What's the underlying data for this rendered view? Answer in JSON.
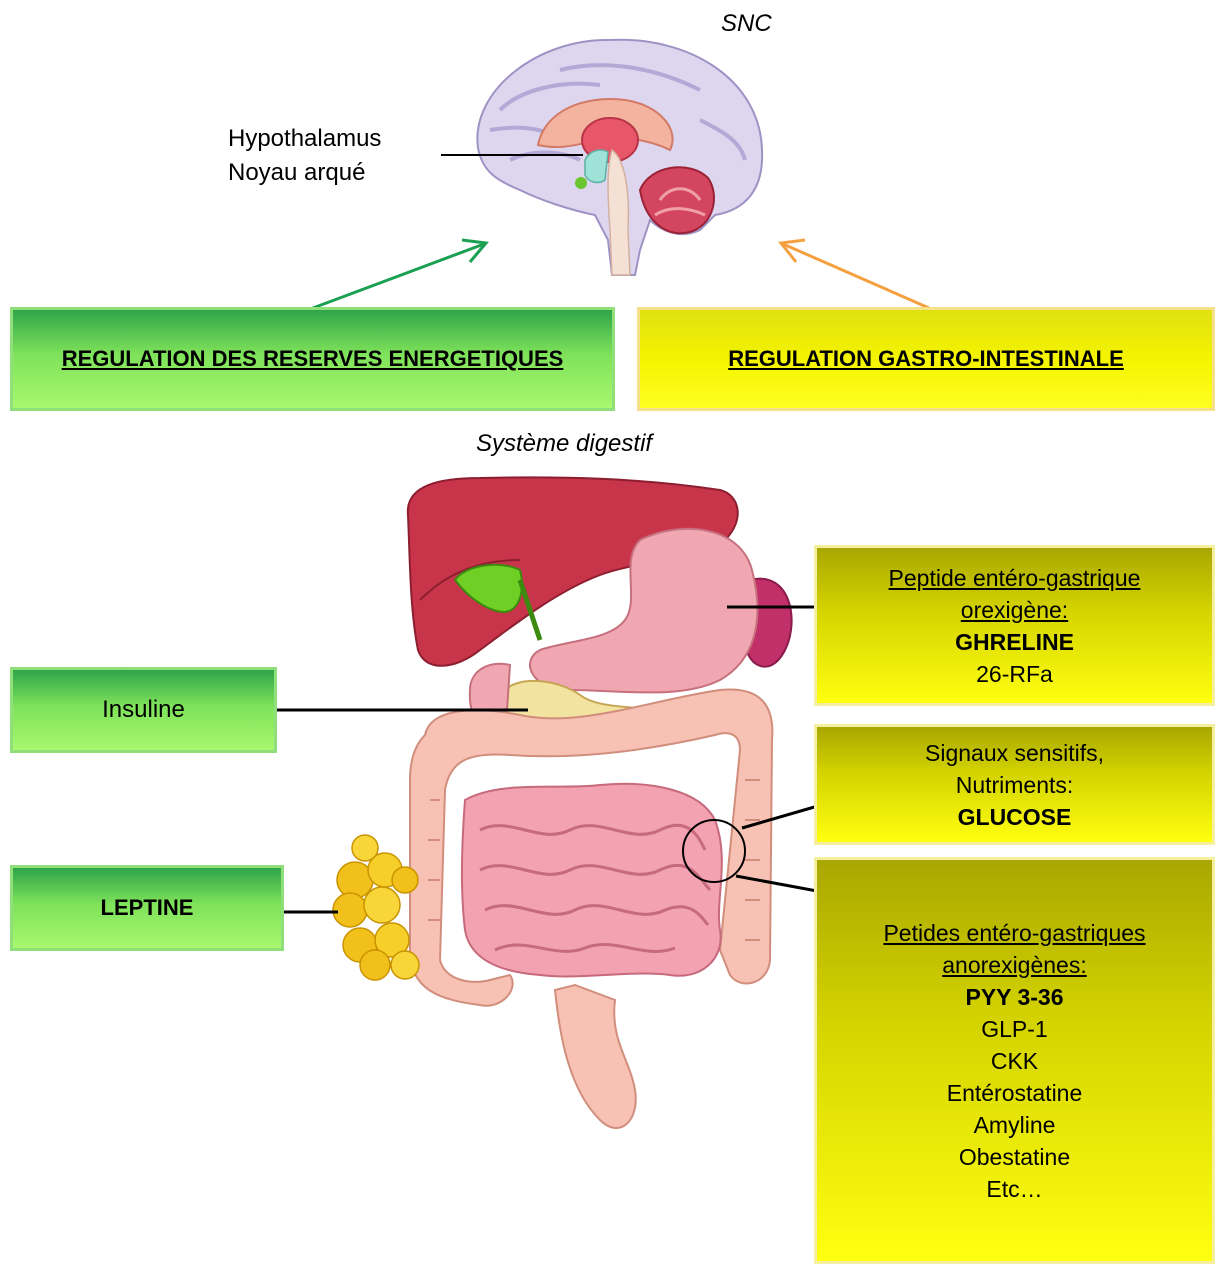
{
  "captions": {
    "snc": "SNC",
    "digestive": "Système digestif"
  },
  "brain": {
    "label_line1": "Hypothalamus",
    "label_line2": "Noyau arqué"
  },
  "headers": {
    "energy": "REGULATION DES RESERVES ENERGETIQUES",
    "gastro": "REGULATION GASTRO-INTESTINALE"
  },
  "left_boxes": {
    "insuline": "Insuline",
    "leptine": "LEPTINE"
  },
  "orexigenic": {
    "title_line1": "Peptide entéro-gastrique",
    "title_line2": "orexigène:",
    "main": "GHRELINE",
    "other": "26-RFa"
  },
  "sensory": {
    "line1": "Signaux sensitifs,",
    "line2": "Nutriments:",
    "main": "GLUCOSE"
  },
  "anorexigenic": {
    "title_line1": "Petides entéro-gastriques",
    "title_line2": "anorexigènes:",
    "main": "PYY 3-36",
    "items": [
      "GLP-1",
      "CKK",
      "Entérostatine",
      "Amyline",
      "Obestatine",
      "Etc…"
    ]
  },
  "colors": {
    "green_arrow": "#1aa050",
    "orange_arrow": "#f5a040",
    "green_box": "#7ee25a",
    "yellow_box": "#f4f400"
  }
}
